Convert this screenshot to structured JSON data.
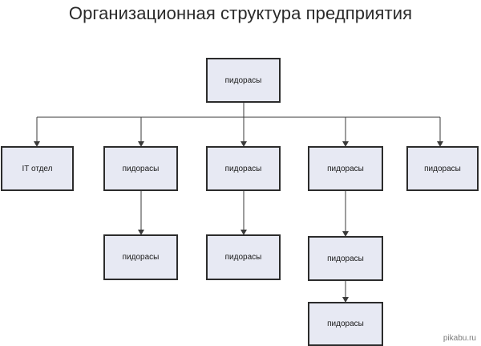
{
  "title": "Организационная структура предприятия",
  "root": {
    "label": "пидорасы"
  },
  "level1": [
    {
      "label": "IT отдел"
    },
    {
      "label": "пидорасы"
    },
    {
      "label": "пидорасы"
    },
    {
      "label": "пидорасы"
    },
    {
      "label": "пидорасы"
    }
  ],
  "level2": [
    {
      "label": "пидорасы"
    },
    {
      "label": "пидорасы"
    },
    {
      "label": "пидорасы"
    }
  ],
  "level3": [
    {
      "label": "пидорасы"
    }
  ],
  "watermark": "pikabu.ru"
}
